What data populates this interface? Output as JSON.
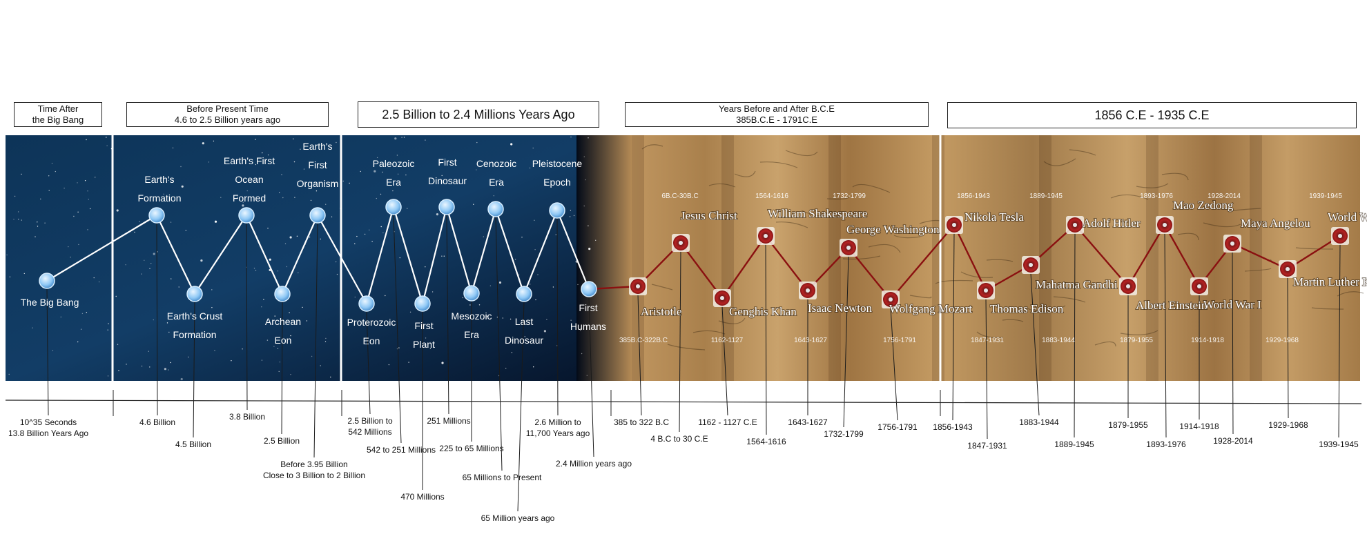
{
  "headers": [
    {
      "id": "bigbang",
      "lines": [
        "Time After",
        "the Big Bang"
      ],
      "size": "small"
    },
    {
      "id": "present",
      "lines": [
        "Before Present Time",
        "4.6 to 2.5 Billion years ago"
      ],
      "size": "small"
    },
    {
      "id": "billion",
      "lines": [
        "2.5 Billion to 2.4 Millions Years Ago"
      ],
      "size": "big"
    },
    {
      "id": "bce",
      "lines": [
        "Years Before and After B.C.E",
        "385B.C.E - 1791C.E"
      ],
      "size": "small"
    },
    {
      "id": "ce",
      "lines": [
        "1856 C.E - 1935 C.E"
      ],
      "size": "big"
    }
  ],
  "events": [
    {
      "id": "big-bang",
      "theme": "space",
      "label": [
        "The Big Bang"
      ],
      "bottom": [
        "10^35 Seconds",
        "13.8 Billion Years Ago"
      ]
    },
    {
      "id": "earths-formation",
      "theme": "space",
      "label": [
        "Earth's",
        "Formation"
      ],
      "bottom": [
        "4.6 Billion"
      ]
    },
    {
      "id": "earths-crust",
      "theme": "space",
      "label": [
        "Earth's Crust",
        "Formation"
      ],
      "bottom": [
        "4.5 Billion"
      ]
    },
    {
      "id": "first-ocean",
      "theme": "space",
      "label": [
        "Earth's First",
        "Ocean",
        "Formed"
      ],
      "bottom": [
        "3.8 Billion"
      ]
    },
    {
      "id": "archean-eon",
      "theme": "space",
      "label": [
        "Archean",
        "Eon"
      ],
      "bottom": [
        "2.5 Billion"
      ]
    },
    {
      "id": "first-organism",
      "theme": "space",
      "label": [
        "Earth's",
        "First",
        "Organism"
      ],
      "bottom": [
        "Before 3.95 Billion",
        "Close to 3 Billion to 2 Billion"
      ]
    },
    {
      "id": "proterozoic-eon",
      "theme": "space",
      "label": [
        "Proterozoic",
        "Eon"
      ],
      "bottom": [
        "2.5 Billion to",
        "542 Millions"
      ]
    },
    {
      "id": "paleozoic-era",
      "theme": "space",
      "label": [
        "Paleozoic",
        "Era"
      ],
      "bottom": [
        "542 to 251 Millions"
      ]
    },
    {
      "id": "first-plant",
      "theme": "space",
      "label": [
        "First",
        "Plant"
      ],
      "bottom": [
        "470 Millions"
      ]
    },
    {
      "id": "first-dinosaur",
      "theme": "space",
      "label": [
        "First",
        "Dinosaur"
      ],
      "bottom": [
        "251 Millions"
      ]
    },
    {
      "id": "mesozoic-era",
      "theme": "space",
      "label": [
        "Mesozoic",
        "Era"
      ],
      "bottom": [
        "225 to 65 Millions"
      ]
    },
    {
      "id": "cenozoic-era",
      "theme": "space",
      "label": [
        "Cenozoic",
        "Era"
      ],
      "bottom": [
        "65 Millions to Present"
      ]
    },
    {
      "id": "last-dinosaur",
      "theme": "space",
      "label": [
        "Last",
        "Dinosaur"
      ],
      "bottom": [
        "65 Million years ago"
      ]
    },
    {
      "id": "pleistocene-epoch",
      "theme": "space",
      "label": [
        "Pleistocene",
        "Epoch"
      ],
      "bottom": [
        "2.6 Million to",
        "11,700 Years ago"
      ]
    },
    {
      "id": "first-humans",
      "theme": "space",
      "label": [
        "First",
        "Humans"
      ],
      "bottom": [
        "2.4 Million years ago"
      ]
    },
    {
      "id": "aristotle",
      "theme": "paper",
      "label": [
        "Aristotle"
      ],
      "years": "385B.C-322B.C",
      "bottom": [
        "385 to 322 B.C"
      ]
    },
    {
      "id": "jesus-christ",
      "theme": "paper",
      "label": [
        "Jesus Christ"
      ],
      "years": "6B.C-30B.C",
      "bottom": [
        "4 B.C to 30 C.E"
      ]
    },
    {
      "id": "genghis-khan",
      "theme": "paper",
      "label": [
        "Genghis Khan"
      ],
      "years": "1162-1127",
      "bottom": [
        "1162 - 1127 C.E"
      ]
    },
    {
      "id": "william-shakespeare",
      "theme": "paper",
      "label": [
        "William Shakespeare"
      ],
      "years": "1564-1616",
      "bottom": [
        "1564-1616"
      ]
    },
    {
      "id": "isaac-newton",
      "theme": "paper",
      "label": [
        "Isaac Newton"
      ],
      "years": "1643-1627",
      "bottom": [
        "1643-1627"
      ]
    },
    {
      "id": "george-washington",
      "theme": "paper",
      "label": [
        "George Washington"
      ],
      "years": "1732-1799",
      "bottom": [
        "1732-1799"
      ]
    },
    {
      "id": "wolfgang-mozart",
      "theme": "paper",
      "label": [
        "Wolfgang  Mozart"
      ],
      "years": "1756-1791",
      "bottom": [
        "1756-1791"
      ]
    },
    {
      "id": "nikola-tesla",
      "theme": "paper",
      "label": [
        "Nikola Tesla"
      ],
      "years": "1856-1943",
      "bottom": [
        "1856-1943"
      ]
    },
    {
      "id": "thomas-edison",
      "theme": "paper",
      "label": [
        "Thomas Edison"
      ],
      "years": "1847-1931",
      "bottom": [
        "1847-1931"
      ]
    },
    {
      "id": "mahatma-gandhi",
      "theme": "paper",
      "label": [
        "Mahatma Gandhi"
      ],
      "years": "1883-1944",
      "bottom": [
        "1883-1944"
      ]
    },
    {
      "id": "adolf-hitler",
      "theme": "paper",
      "label": [
        "Adolf Hitler"
      ],
      "years": "1889-1945",
      "bottom": [
        "1889-1945"
      ]
    },
    {
      "id": "albert-einstein",
      "theme": "paper",
      "label": [
        "Albert Einstein"
      ],
      "years": "1879-1955",
      "bottom": [
        "1879-1955"
      ]
    },
    {
      "id": "mao-zedong",
      "theme": "paper",
      "label": [
        "Mao Zedong"
      ],
      "years": "1893-1976",
      "bottom": [
        "1893-1976"
      ]
    },
    {
      "id": "world-war-i",
      "theme": "paper",
      "label": [
        "World War I"
      ],
      "years": "1914-1918",
      "bottom": [
        "1914-1918"
      ]
    },
    {
      "id": "maya-angelou",
      "theme": "paper",
      "label": [
        "Maya Angelou"
      ],
      "years": "1928-2014",
      "bottom": [
        "1928-2014"
      ]
    },
    {
      "id": "martin-luther-king",
      "theme": "paper",
      "label": [
        "Martin Luther King"
      ],
      "years": "1929-1968",
      "bottom": [
        "1929-1968"
      ]
    },
    {
      "id": "world-war-ii",
      "theme": "paper",
      "label": [
        "World War II"
      ],
      "years": "1939-1945",
      "bottom": [
        "1939-1945"
      ]
    }
  ],
  "colors": {
    "space_bg": "#0b2745",
    "paper_bg": "#b48a55",
    "space_node": "#8fc8f5",
    "space_line": "#ffffff",
    "paper_node": "#9e1b1b",
    "paper_line": "#8a1010"
  }
}
